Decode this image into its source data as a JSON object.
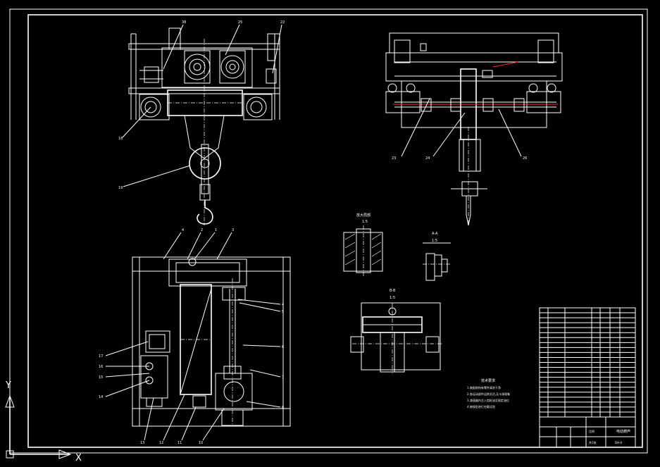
{
  "drawing": {
    "section_labels": {
      "enlarged_view": "放大局部",
      "enlarged_scale": "1:5",
      "section_aa": "A-A",
      "section_aa_scale": "1:5",
      "section_bb": "B-B",
      "section_bb_scale": "1:5"
    },
    "axis_labels": {
      "x": "X",
      "y": "Y"
    },
    "balloons_top_left": [
      "38",
      "25",
      "22",
      "18",
      "19"
    ],
    "balloons_top_right": [
      "23",
      "24",
      "26"
    ],
    "balloons_bottom_left_top": [
      "4",
      "2",
      "1",
      "3"
    ],
    "balloons_bottom_left_right": [
      "4",
      "5",
      "6",
      "7",
      "8"
    ],
    "balloons_bottom_left_left": [
      "17",
      "16",
      "15",
      "14"
    ],
    "balloons_bottom_left_bottom": [
      "13",
      "12",
      "11",
      "10"
    ],
    "tech_requirements_title": "技术要求",
    "tech_requirements_lines": [
      "1.装配前所有零件清洗干净",
      "2.各运动部件运转灵活,无卡滞现象",
      "3.减速器内注入齿轮油至规定油位",
      "4.按规定进行空载试验"
    ],
    "title_block": {
      "drawing_name": "电动葫芦",
      "drawing_number": "DH-0",
      "scale_label": "比例",
      "sheet_label": "共1张"
    }
  }
}
